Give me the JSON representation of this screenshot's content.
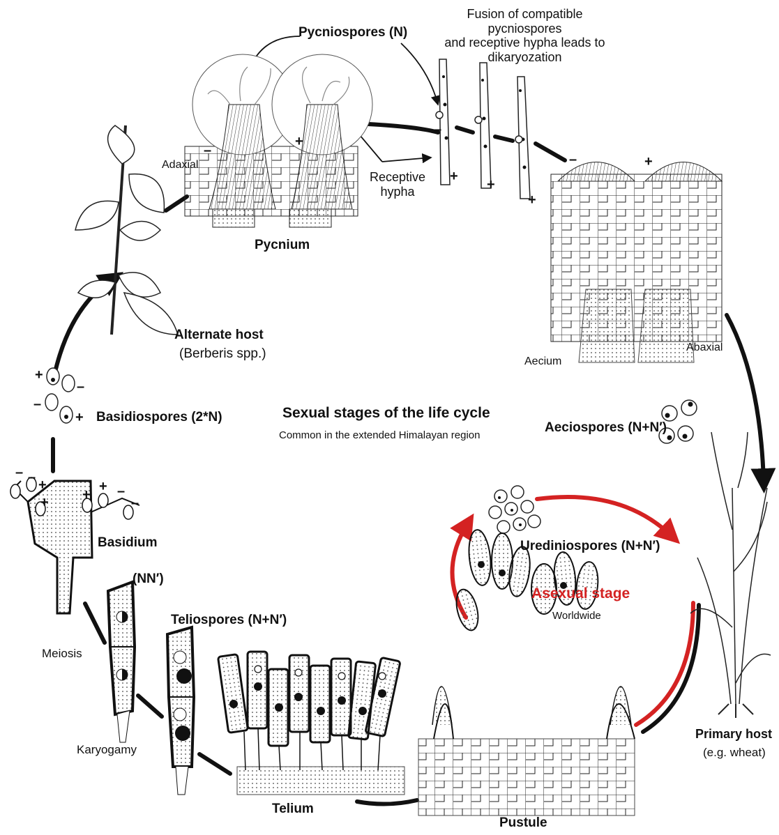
{
  "labels": {
    "pycniospores": "Pycniospores (N)",
    "fusion": "Fusion of compatible pycniospores\nand receptive hypha leads to\ndikaryozation",
    "adaxial": "Adaxial",
    "receptive_hypha": "Receptive\nhypha",
    "pycnium": "Pycnium",
    "alternate_host": "Alternate host",
    "alternate_host_species": "(Berberis spp.)",
    "aecium": "Aecium",
    "abaxial": "Abaxial",
    "aeciospores": "Aeciospores (N+N′)",
    "basidiospores": "Basidiospores (2*N)",
    "sexual_title": "Sexual stages of the life cycle",
    "sexual_subtitle": "Common in the extended Himalayan region",
    "basidium": "Basidium",
    "nn": "(NN′)",
    "urediniospores": "Urediniospores (N+N′)",
    "asexual_title": "Asexual stage",
    "asexual_subtitle": "Worldwide",
    "teliospores": "Teliospores (N+N′)",
    "meiosis": "Meiosis",
    "karyogamy": "Karyogamy",
    "telium": "Telium",
    "pustule": "Pustule",
    "primary_host": "Primary host",
    "primary_host_example": "(e.g. wheat)"
  },
  "mating_signs": {
    "plus": "+",
    "minus": "–"
  },
  "colors": {
    "ink": "#111111",
    "asexual": "#d42222"
  }
}
